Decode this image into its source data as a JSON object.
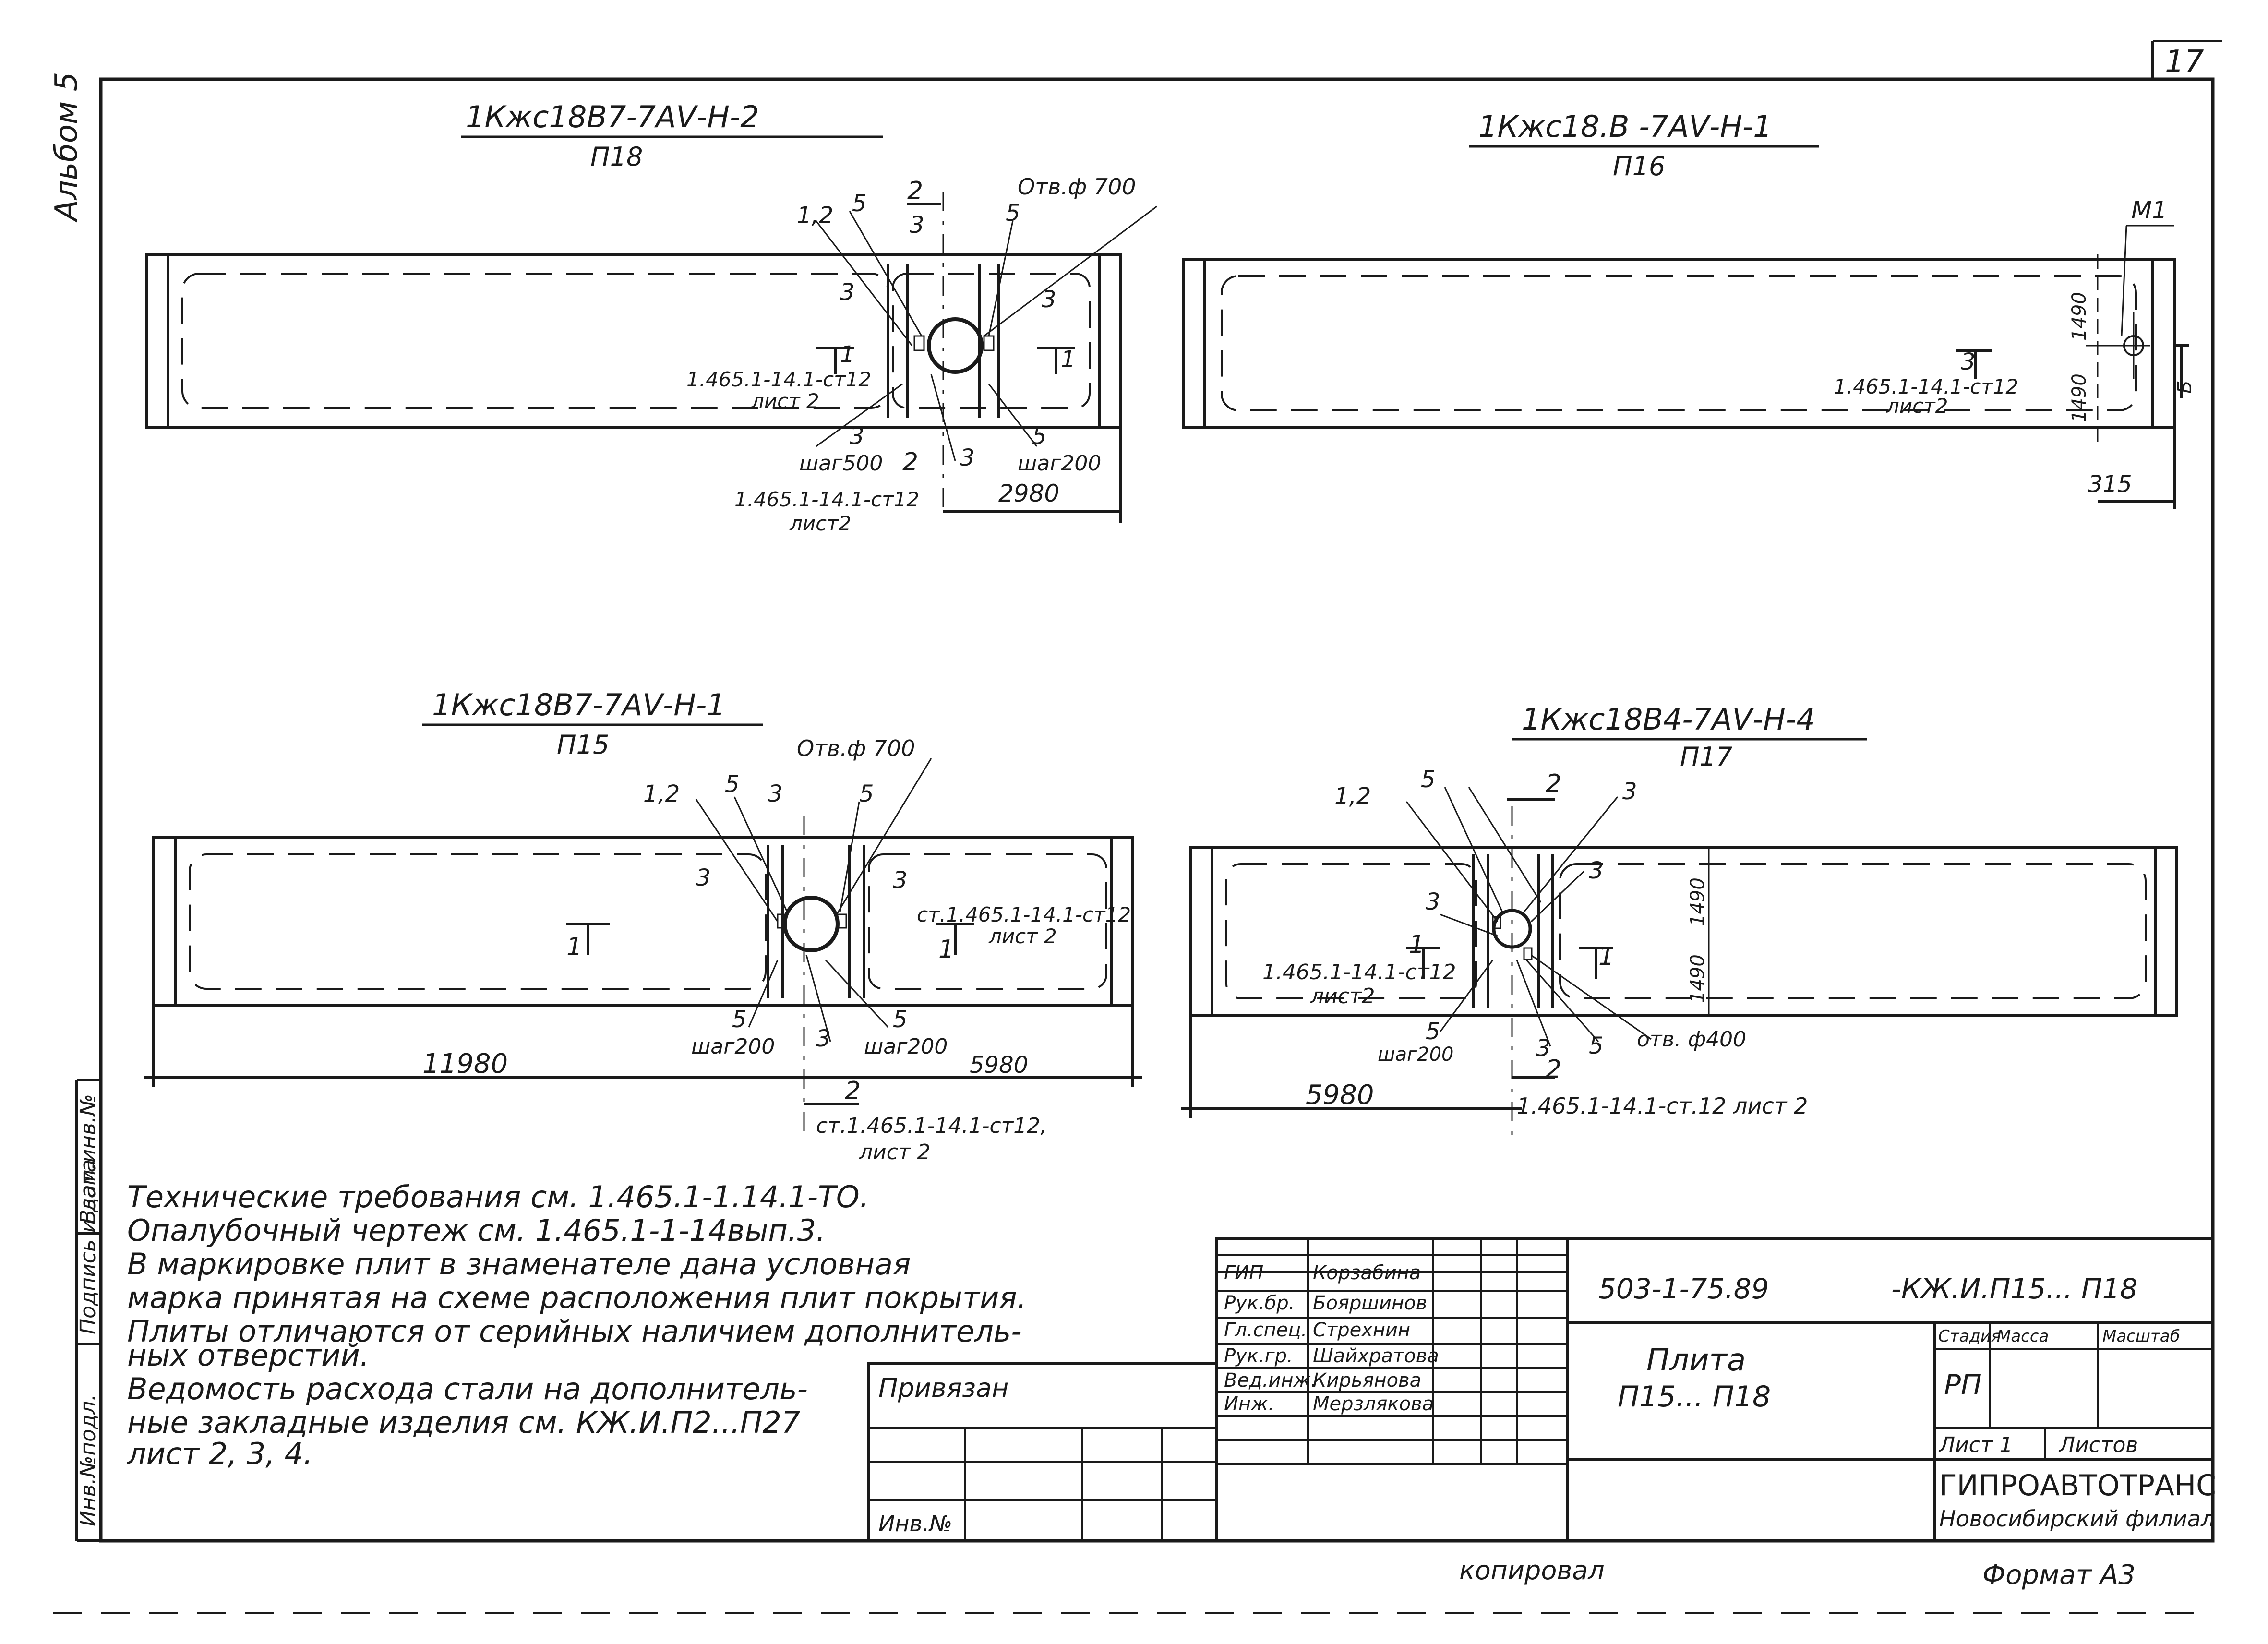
{
  "sheet_number": "17",
  "left_margin": {
    "top_note": "Альбом 5",
    "inv_podl": "Инв.№подл.",
    "podp_data": "Подпись и дата",
    "vzam_inv": "Взам.инв.№"
  },
  "plates": [
    {
      "mark": "1Кжс18В7-7АⅤ-Н-2",
      "code": "П18",
      "labels": {
        "l12": "1,2",
        "l5a": "5",
        "l5b": "5",
        "l3a": "3",
        "l3b": "3",
        "l3c": "3",
        "l3d": "3",
        "l3e": "3",
        "l5c": "5",
        "hole": "Отв.ф 700",
        "sec2": "2",
        "sec2b": "2",
        "sec1": "1",
        "sec1b": "1",
        "ref1": "1.465.1-14.1-ст12",
        "ref1b": "лист 2",
        "shag1": "шаг500",
        "shag2": "шаг200",
        "ref2": "1.465.1-14.1-ст12",
        "ref2b": "лист2",
        "dim": "2980"
      }
    },
    {
      "mark": "1Кжс18.В -7АⅤ-Н-1",
      "code": "П16",
      "labels": {
        "m1": "М1",
        "d1490a": "1490",
        "d1490b": "1490",
        "s3": "3",
        "ref": "1.465.1-14.1-ст12",
        "refb": "лист2",
        "sec": "Б",
        "dim": "315"
      }
    },
    {
      "mark": "1Кжс18В7-7АⅤ-Н-1",
      "code": "П15",
      "labels": {
        "l12": "1,2",
        "l5a": "5",
        "l3a": "3",
        "l5b": "5",
        "hole": "Отв.ф 700",
        "l3b": "3",
        "l3c": "3",
        "ref": "ст.1.465.1-14.1-ст12",
        "refb": "лист 2",
        "sec1": "1",
        "sec1b": "1",
        "l5c": "5",
        "shag1": "шаг200",
        "l3d": "3",
        "l5d": "5",
        "shag2": "шаг200",
        "dimL": "11980",
        "dimR": "5980",
        "sec2": "2",
        "ref2": "ст.1.465.1-14.1-ст12,",
        "ref2b": "лист 2"
      }
    },
    {
      "mark": "1Кжс18В4-7АⅤ-Н-4",
      "code": "П17",
      "labels": {
        "l12": "1,2",
        "l5a": "5",
        "sec2": "2",
        "l3a": "3",
        "l3b": "3",
        "l3c": "3",
        "d1490a": "1490",
        "d1490b": "1490",
        "sec1": "1",
        "sec1b": "1",
        "ref": "1.465.1-14.1-ст12",
        "refb": "лист2",
        "l5b": "5",
        "shag": "шаг200",
        "l3d": "3",
        "l5c": "5",
        "hole": "отв. ф400",
        "dim": "5980",
        "sec2b": "2",
        "ref2": "1.465.1-14.1-ст.12 лист 2"
      }
    }
  ],
  "notes": [
    "Технические требования см. 1.465.1-1.14.1-ТО.",
    "Опалубочный чертеж см. 1.465.1-1-14вып.3.",
    "В маркировке плит в знаменателе дана условная",
    "марка принятая на схеме расположения плит покрытия.",
    "Плиты отличаются от серийных наличием дополнитель-",
    "ных отверстий.",
    "Ведомость расхода стали на дополнитель-",
    "ные закладные изделия см. КЖ.И.П2...П27",
    "лист 2, 3, 4."
  ],
  "privyazan": {
    "label": "Привязан",
    "inv": "Инв.№"
  },
  "title_block": {
    "signers": [
      {
        "role": "ГИП",
        "name": "Корзабина"
      },
      {
        "role": "Рук.бр.",
        "name": "Бояршинов"
      },
      {
        "role": "Гл.спец.",
        "name": "Стрехнин"
      },
      {
        "role": "Рук.гр.",
        "name": "Шайхратова"
      },
      {
        "role": "Вед.инж.",
        "name": "Кирьянова"
      },
      {
        "role": "Инж.",
        "name": "Мерзлякова"
      }
    ],
    "project_code": "503-1-75.89",
    "doc_code": "-КЖ.И.П15... П18",
    "title_1": "Плита",
    "title_2": "П15... П18",
    "stage_h": "Стадия",
    "mass_h": "Масса",
    "scale_h": "Масштаб",
    "stage": "РП",
    "sheet_h": "Лист 1",
    "sheets_h": "Листов",
    "org_1": "ГИПРОАВТОТРАНС",
    "org_2": "Новосибирский филиал"
  },
  "copied": "копировал",
  "format": "Формат А3"
}
